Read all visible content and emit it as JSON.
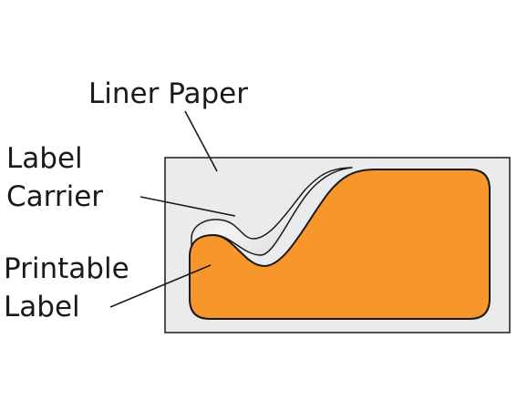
{
  "labels": {
    "liner_paper": "Liner Paper",
    "label_carrier": [
      "Label",
      "Carrier"
    ],
    "printable_label": [
      "Printable",
      "Label"
    ]
  },
  "colors": {
    "liner": "#eaebec",
    "label": "#f7962b",
    "carrier": "#ffffff",
    "outline": "#1a1a1a"
  }
}
